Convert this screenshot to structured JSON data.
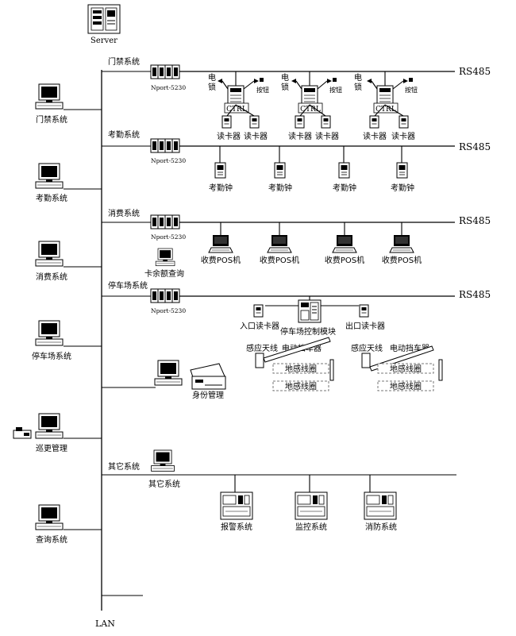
{
  "server": {
    "label": "Server"
  },
  "lan": {
    "label": "LAN"
  },
  "bus_label": "RS485",
  "nport": "Nport-5230",
  "workstations": {
    "door": "门禁系统",
    "attendance": "考勤系统",
    "consume": "消费系统",
    "parking": "停车场系统",
    "patrol": "巡更管理",
    "query": "查询系统",
    "other": "其它系统"
  },
  "branches": {
    "door": "门禁系统",
    "attendance": "考勤系统",
    "consume": "消费系统",
    "parking": "停车场系统",
    "other": "其它系统"
  },
  "door": {
    "lock": "电锁",
    "button": "按钮",
    "ctrl": "CTRL",
    "reader": "读卡器"
  },
  "attendance": {
    "clock": "考勤钟"
  },
  "consume": {
    "pos": "收费POS机",
    "balance": "卡余额查询"
  },
  "parking": {
    "entry_reader": "入口读卡器",
    "control_module": "停车场控制模块",
    "exit_reader": "出口读卡器",
    "antenna": "感应天线",
    "barrier": "电动挡车器",
    "loop": "地感线圈",
    "id_mgmt": "身份管理"
  },
  "other": {
    "alarm": "报警系统",
    "monitor": "监控系统",
    "fire": "消防系统"
  },
  "icons": [
    "server-icon",
    "computer-icon",
    "nport-icon",
    "controller-icon",
    "card-reader-icon",
    "time-clock-icon",
    "pos-terminal-icon",
    "barrier-gate-icon",
    "printer-icon",
    "cabinet-icon"
  ]
}
